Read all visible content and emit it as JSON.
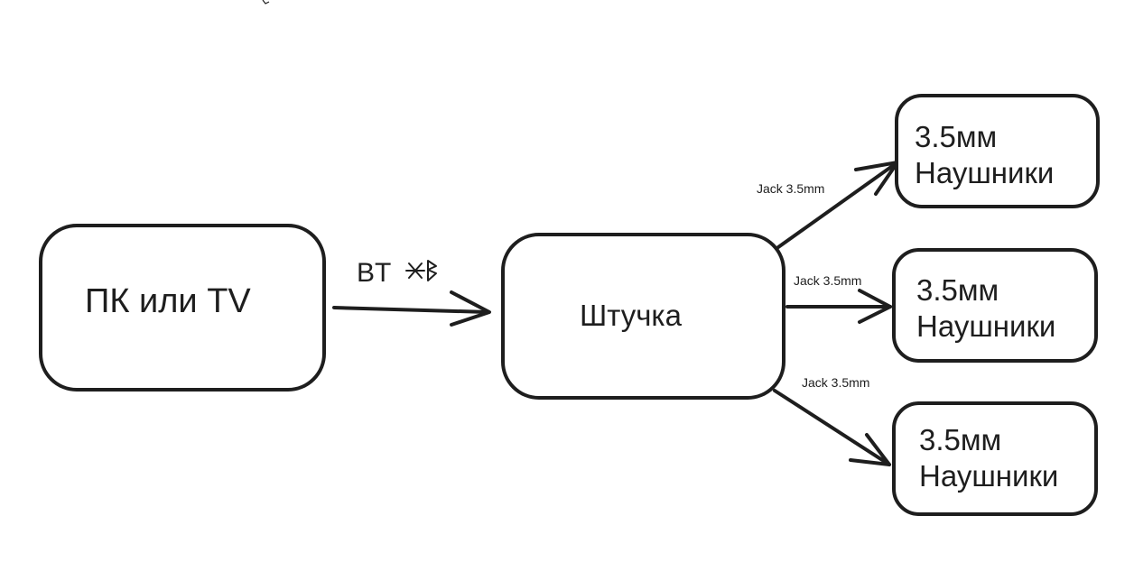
{
  "diagram": {
    "nodes": {
      "source": {
        "label": "ПК или TV"
      },
      "hub": {
        "label": "Штучка"
      },
      "out1": {
        "line1": "3.5мм",
        "line2": "Наушники"
      },
      "out2": {
        "line1": "3.5мм",
        "line2": "Наушники"
      },
      "out3": {
        "line1": "3.5мм",
        "line2": "Наушники"
      }
    },
    "edges": {
      "bt": {
        "label": "BT"
      },
      "jack1": {
        "label": "Jack 3.5mm"
      },
      "jack2": {
        "label": "Jack 3.5mm"
      },
      "jack3": {
        "label": "Jack 3.5mm"
      }
    },
    "icons": {
      "bluetooth": "bluetooth-icon"
    },
    "colors": {
      "stroke": "#1e1e1e",
      "background": "#ffffff"
    }
  }
}
